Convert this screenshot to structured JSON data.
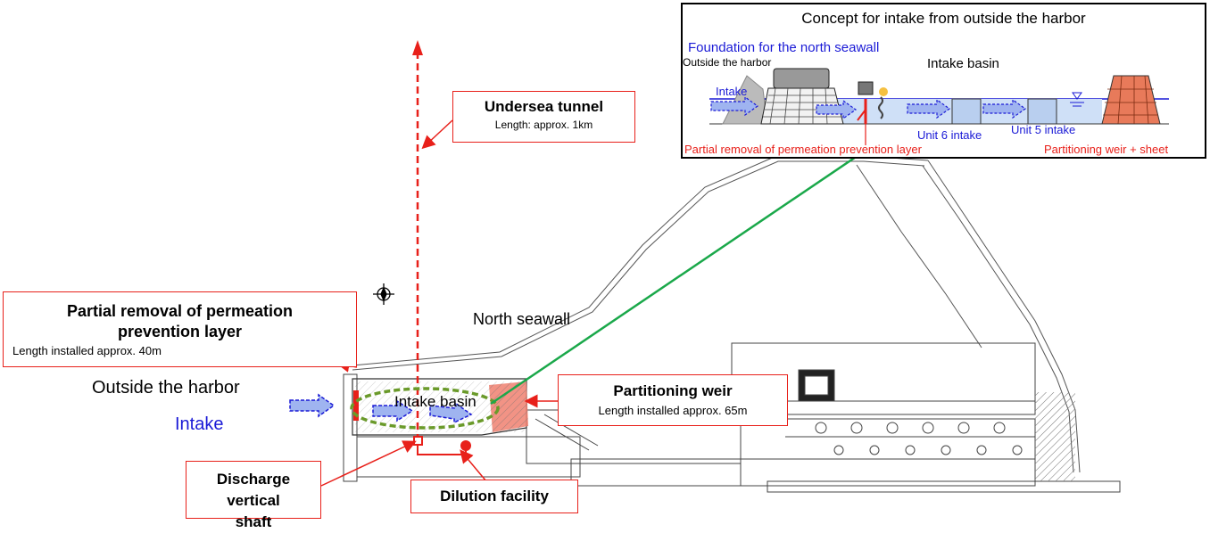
{
  "map": {
    "north_seawall": "North seawall",
    "outside_harbor": "Outside the harbor",
    "intake": "Intake",
    "intake_basin": "Intake basin"
  },
  "callouts": {
    "undersea_tunnel": {
      "title": "Undersea tunnel",
      "sub": "Length: approx. 1km"
    },
    "permeation": {
      "title": "Partial removal of permeation prevention layer",
      "sub": "Length installed approx. 40m"
    },
    "partitioning_weir": {
      "title": "Partitioning weir",
      "sub": "Length installed approx. 65m"
    },
    "discharge_shaft": {
      "title": "Discharge vertical shaft"
    },
    "dilution": {
      "title": "Dilution facility"
    }
  },
  "inset": {
    "title": "Concept for intake from outside the harbor",
    "foundation": "Foundation for the north seawall",
    "outside_harbor": "Outside the harbor",
    "intake": "Intake",
    "intake_basin": "Intake basin",
    "unit6": "Unit 6 intake",
    "unit5": "Unit 5 intake",
    "partial_removal": "Partial removal of permeation prevention layer",
    "weir_sheet": "Partitioning weir + sheet"
  },
  "colors": {
    "callout_border": "#e8201a",
    "tunnel_line": "#e8201a",
    "intake_blue": "#1a1ad6",
    "arrow_fill": "#9fb4f0",
    "basin_ellipse": "#6a9a2a",
    "connector_green": "#1aa84a",
    "weir_red": "#f08070",
    "mound_brown": "#e87a5a"
  }
}
